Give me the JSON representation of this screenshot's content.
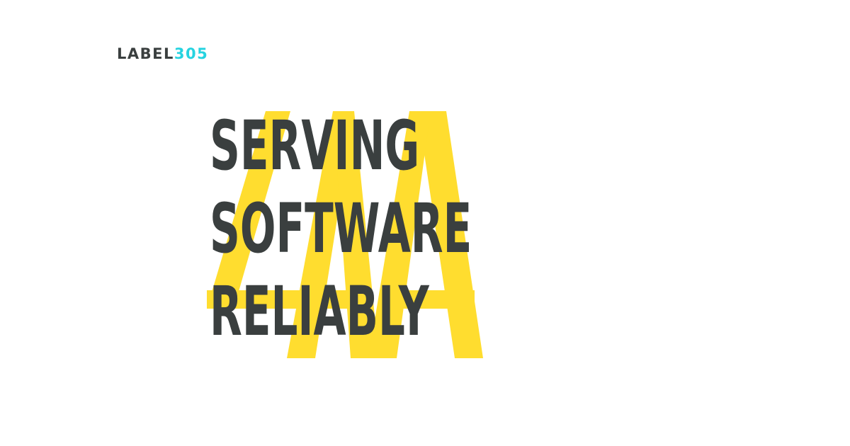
{
  "logo": {
    "word": "LABEL",
    "number": "305",
    "word_color": "#3a3f3f",
    "number_color": "#26d3e0"
  },
  "headline": {
    "lines": [
      "SERVING",
      "SOFTWARE",
      "RELIABLY"
    ],
    "color": "#3a3f3f"
  },
  "decoration": {
    "shape": "stacked-A-icon",
    "color": "#ffdd2f"
  }
}
